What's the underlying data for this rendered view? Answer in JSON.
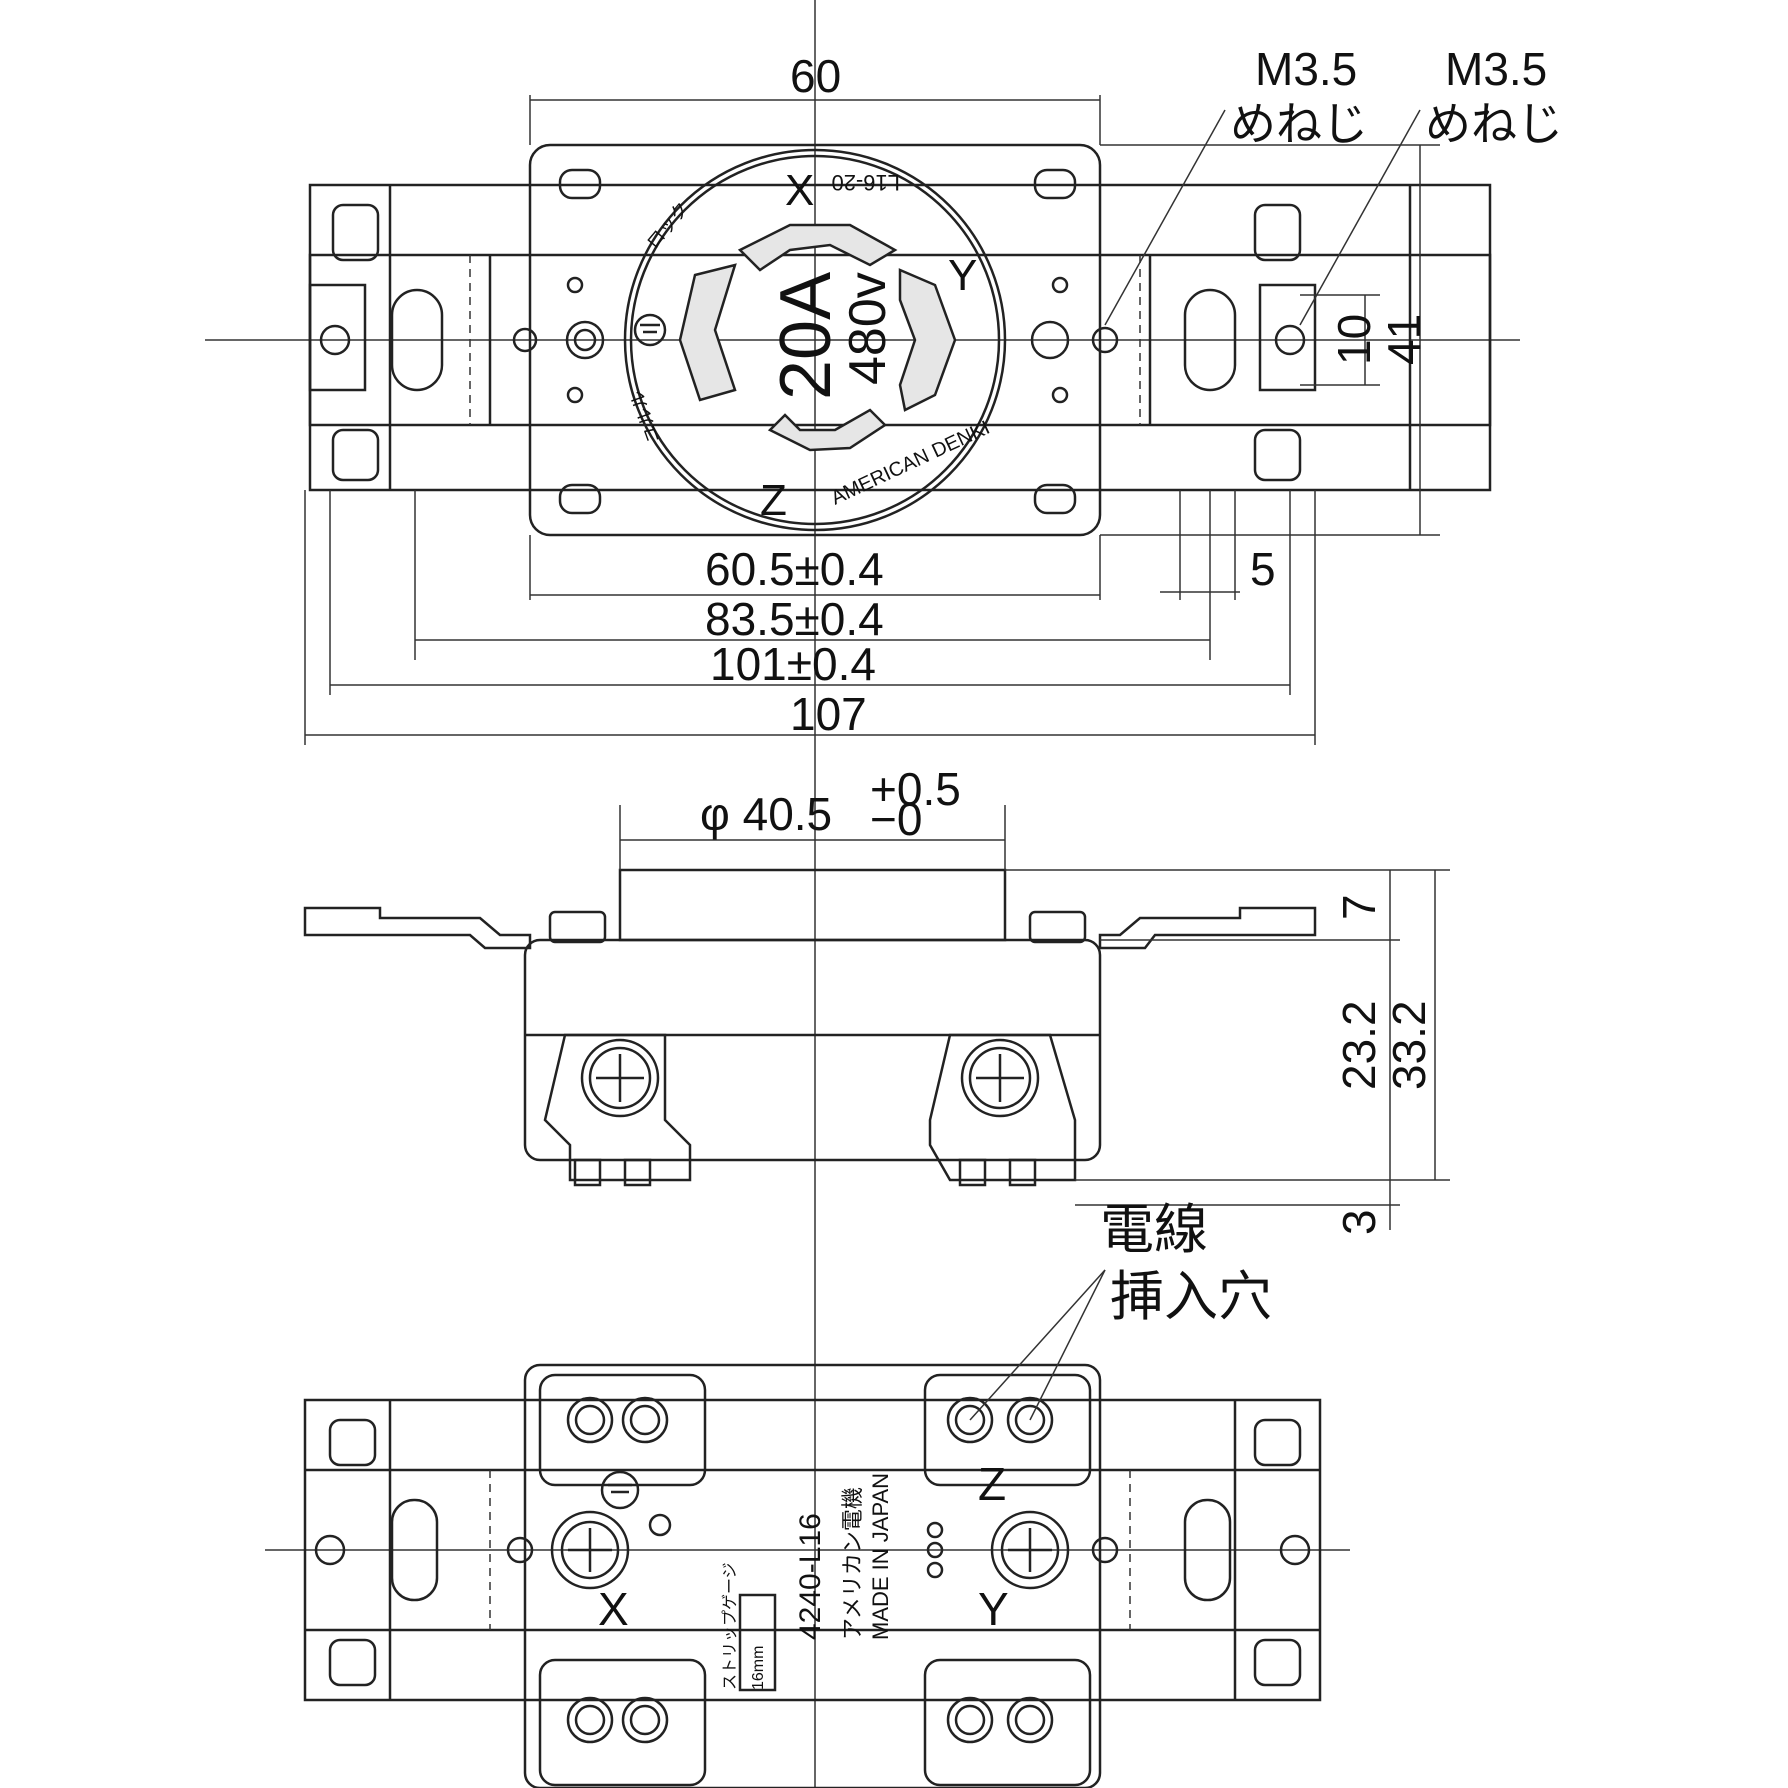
{
  "dimensions": {
    "top_width_60": "60",
    "screw_left_label": "M3.5",
    "screw_left_sub": "めねじ",
    "screw_right_label": "M3.5",
    "screw_right_sub": "めねじ",
    "height_10": "10",
    "height_41": "41",
    "w_605": "60.5±0.4",
    "w_835": "83.5±0.4",
    "w_101": "101±0.4",
    "w_107": "107",
    "w_5": "5",
    "phi": "φ 40.5",
    "phi_tol_plus": "+0.5",
    "phi_tol_minus": "−0",
    "h_7": "7",
    "h_232": "23.2",
    "h_332": "33.2",
    "h_3": "3"
  },
  "face": {
    "terminal_x": "X",
    "terminal_y": "Y",
    "terminal_z": "Z",
    "rating_a": "20A",
    "rating_v": "480v",
    "model": "L16-20",
    "brand": "AMERICAN DENKI",
    "lock_label": "ロック",
    "release_label": "ユルル"
  },
  "back": {
    "wire_hole_line1": "電線",
    "wire_hole_line2": "挿入穴",
    "model_code": "4240-L16",
    "maker_jp": "アメリカン電機",
    "made_in": "MADE IN JAPAN",
    "strip_gauge": "ストリップゲージ",
    "strip_len": "16mm",
    "terminal_x": "X",
    "terminal_y": "Y",
    "terminal_z": "Z"
  }
}
